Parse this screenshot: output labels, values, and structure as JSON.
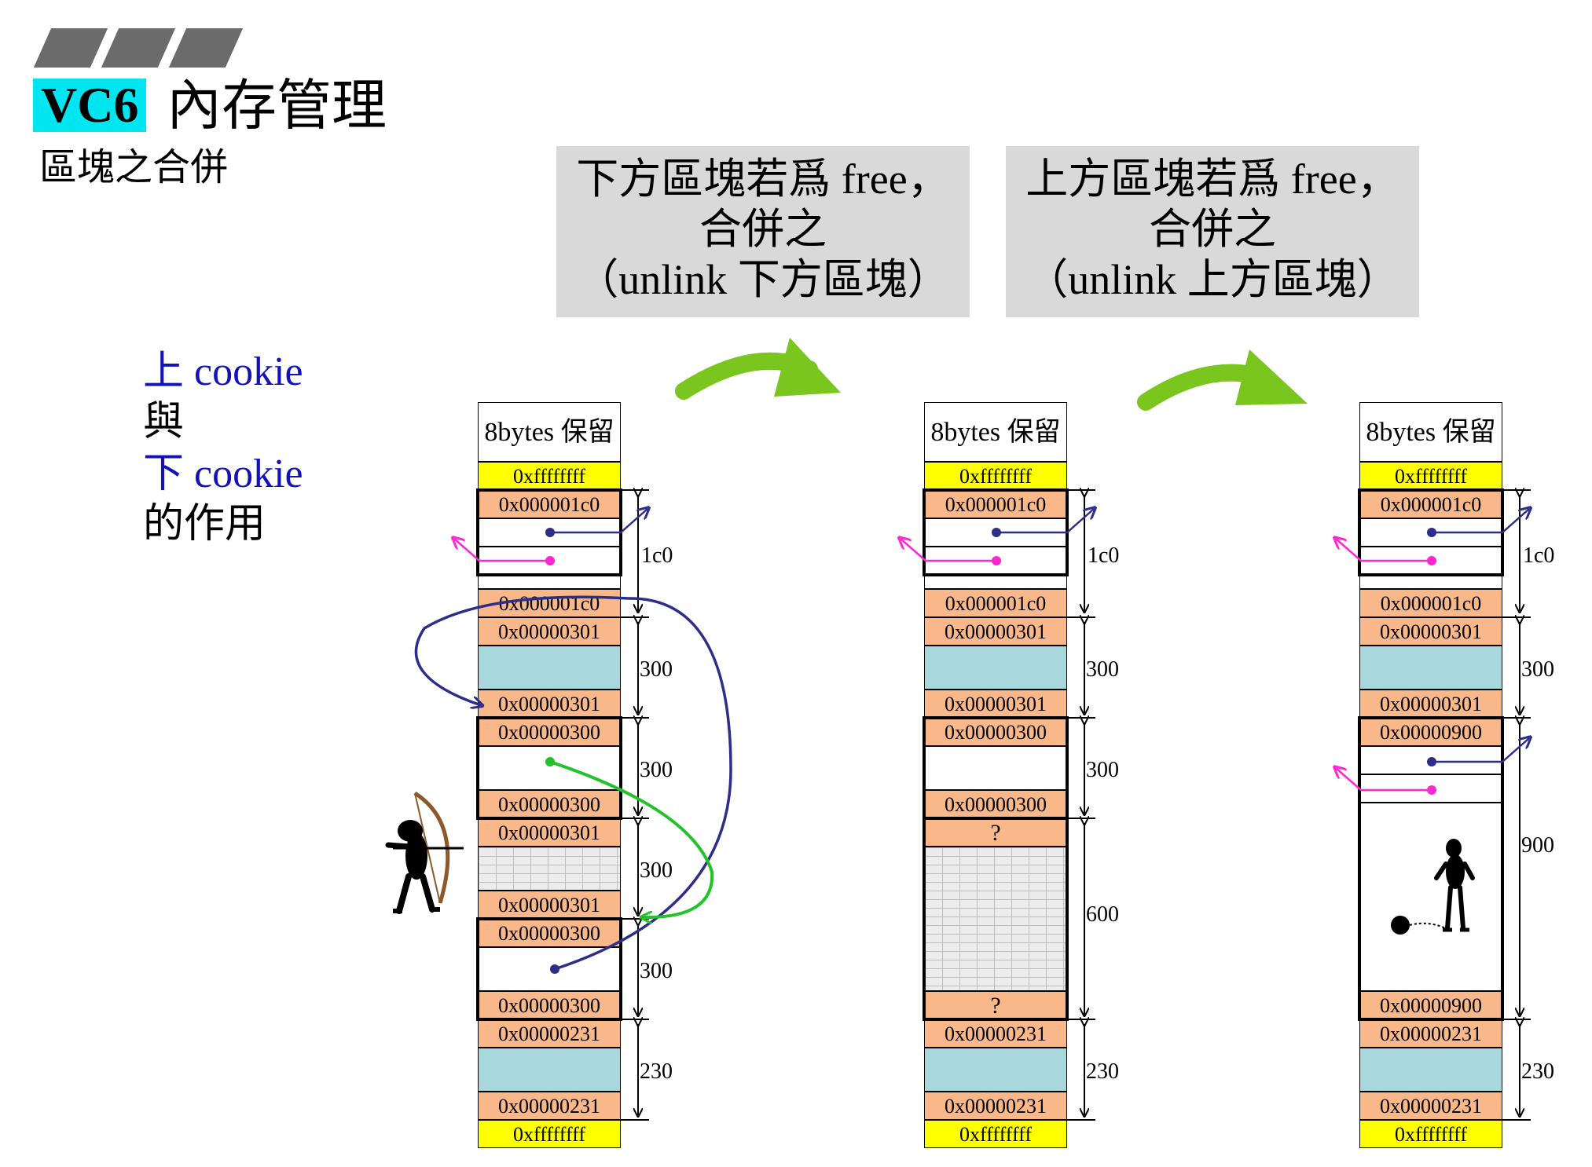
{
  "title": {
    "highlight": "VC6",
    "rest": "內存管理"
  },
  "subtitle": "區塊之合併",
  "side_text": {
    "line1_mark": "上",
    "line1_word": "cookie",
    "line2": "與",
    "line3_mark": "下",
    "line3_word": "cookie",
    "line4": "的作用"
  },
  "callouts": [
    {
      "line1": "下方區塊若爲 free，",
      "line2": "合併之",
      "line3": "（unlink 下方區塊）"
    },
    {
      "line1": "上方區塊若爲 free，",
      "line2": "合併之",
      "line3": "（unlink 上方區塊）"
    }
  ],
  "columns": [
    {
      "header": "8bytes 保留",
      "cells": [
        "0xffffffff",
        "0x000001c0",
        "",
        "",
        "",
        "0x000001c0",
        "0x00000301",
        "",
        "0x00000301",
        "0x00000300",
        "",
        "0x00000300",
        "0x00000301",
        "",
        "0x00000301",
        "0x00000300",
        "",
        "0x00000300",
        "0x00000231",
        "",
        "0x00000231",
        "0xffffffff"
      ],
      "sizes": [
        "1c0",
        "300",
        "300",
        "300",
        "300",
        "230"
      ]
    },
    {
      "header": "8bytes 保留",
      "cells": [
        "0xffffffff",
        "0x000001c0",
        "",
        "",
        "",
        "0x000001c0",
        "0x00000301",
        "",
        "0x00000301",
        "0x00000300",
        "",
        "0x00000300",
        "?",
        "",
        "?",
        "0x00000231",
        "",
        "0x00000231",
        "0xffffffff"
      ],
      "sizes": [
        "1c0",
        "300",
        "300",
        "600",
        "230"
      ]
    },
    {
      "header": "8bytes 保留",
      "cells": [
        "0xffffffff",
        "0x000001c0",
        "",
        "",
        "",
        "0x000001c0",
        "0x00000301",
        "",
        "0x00000301",
        "0x00000900",
        "",
        "",
        "",
        "0x00000900",
        "0x00000231",
        "",
        "0x00000231",
        "0xffffffff"
      ],
      "sizes": [
        "1c0",
        "300",
        "900",
        "230"
      ]
    }
  ],
  "colors": {
    "header_bg": "#ffffff",
    "sentinel": "#ffff00",
    "cookie": "#f9b88a",
    "allocated": "#a8d8db",
    "free": "#ffffff",
    "arrow_green": "#7ac51e",
    "link_blue": "#2d2d8a",
    "link_pink": "#ff28d0",
    "title_highlight": "#00e5ef",
    "callout_bg": "#d9d9d9"
  },
  "icons": [
    "archer-figure-icon",
    "prisoner-ball-chain-icon",
    "curved-green-arrow-icon"
  ]
}
